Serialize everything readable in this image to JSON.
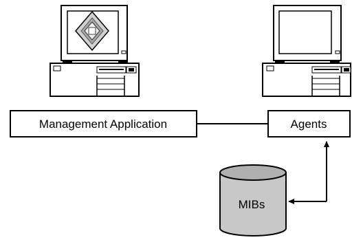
{
  "diagram": {
    "nodes": {
      "management_application": {
        "label": "Management Application"
      },
      "agents": {
        "label": "Agents"
      },
      "mibs": {
        "label": "MIBs"
      }
    },
    "icons": {
      "manager_computer": "desktop-computer-icon-with-diamond-logo",
      "agent_computer": "desktop-computer-icon"
    },
    "edges": [
      {
        "from": "management_application",
        "to": "agents",
        "style": "line"
      },
      {
        "from": "agents",
        "to": "mibs",
        "style": "double-arrow"
      }
    ],
    "colors": {
      "stroke": "#000000",
      "background": "#ffffff",
      "cylinder_fill": "#c8c8c8",
      "cylinder_top": "#b0b0b0"
    }
  }
}
